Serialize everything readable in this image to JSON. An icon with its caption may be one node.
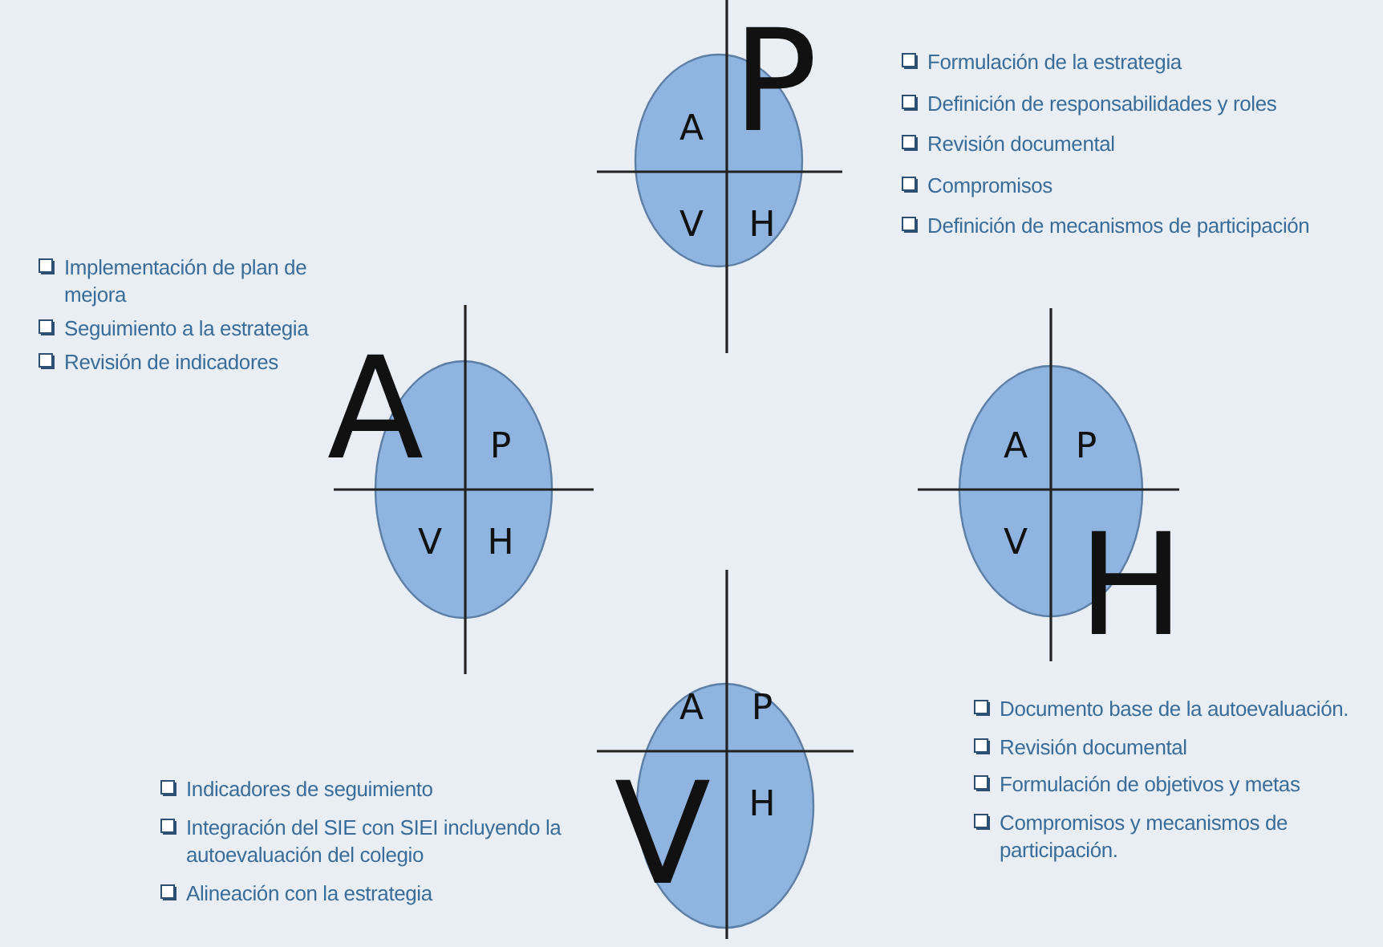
{
  "diagram": {
    "nodes": [
      {
        "text": [
          "A",
          "P",
          "V",
          "H"
        ]
      },
      {
        "text": [
          "A",
          "P",
          "V",
          "H"
        ]
      },
      {
        "text": [
          "A",
          "P",
          "V",
          "H"
        ]
      },
      {
        "text": [
          "A",
          "P",
          "V",
          "H"
        ]
      }
    ],
    "edges": [],
    "labels": [
      "Formulación de la estrategia",
      "Definición de responsabilidades y roles",
      "Revisión documental",
      "Compromisos",
      "Definición de mecanismos de participación",
      "Implementación de plan de mejora",
      "Seguimiento a la estrategia",
      "Revisión de indicadores",
      "Documento base de la autoevaluación.",
      "Revisión documental",
      "Formulación de objetivos y metas",
      "Compromisos y mecanismos de participación.",
      "Indicadores de seguimiento",
      "Integración del SIE con SIEI incluyendo la autoevaluación del colegio",
      "Alineación con la estrategia"
    ]
  }
}
